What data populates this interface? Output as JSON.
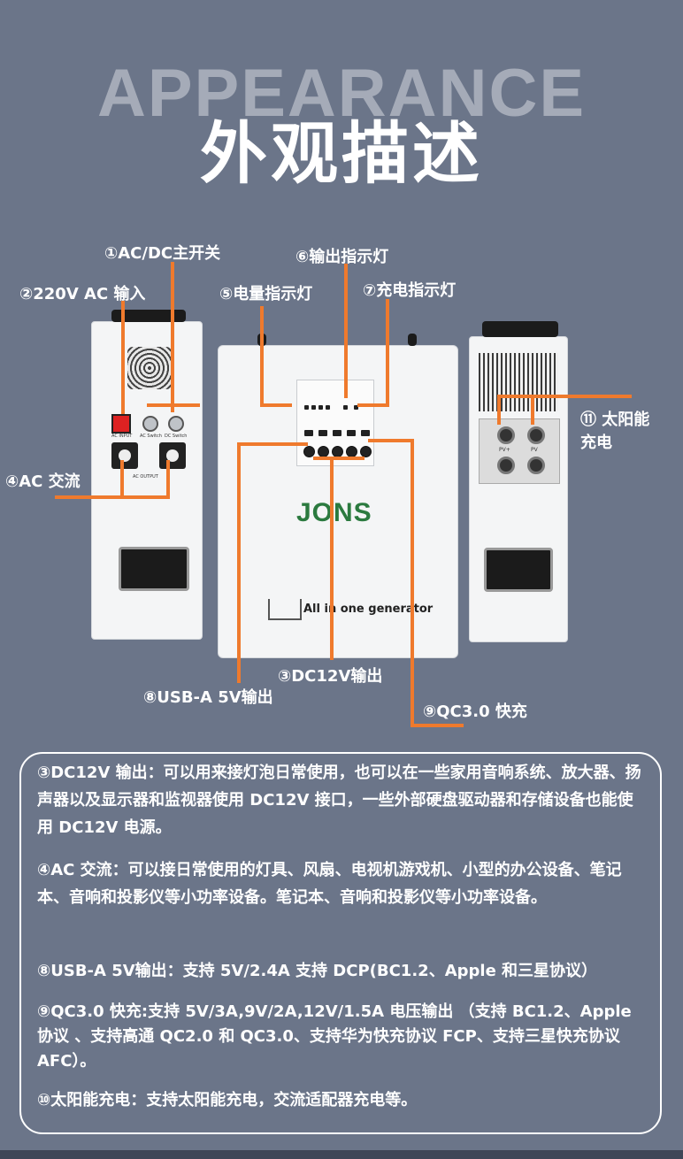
{
  "header": {
    "bg_word": "APPEARANCE",
    "title": "外观描述"
  },
  "labels": {
    "l1": "①AC/DC主开关",
    "l2": "②220V AC 输入",
    "l4": "④AC 交流",
    "l5": "⑤电量指示灯",
    "l6": "⑥输出指示灯",
    "l7": "⑦充电指示灯",
    "l3": "③DC12V输出",
    "l8": "⑧USB-A 5V输出",
    "l9": "⑨QC3.0 快充",
    "l11": "⑪ 太阳能\n充电"
  },
  "device_text": {
    "ac_input": "AC INPUT",
    "ac_switch": "AC Switch",
    "dc_switch": "DC Switch",
    "ac_output": "AC OUTPUT",
    "brand": "JONS",
    "tagline": "All in one generator",
    "pv": "PV+",
    "pv2": "PV"
  },
  "descriptions": [
    "③DC12V 输出：可以用来接灯泡日常使用，也可以在一些家用音响系统、放大器、扬声器以及显示器和监视器使用 DC12V 接口，一些外部硬盘驱动器和存储设备也能使用 DC12V 电源。",
    "④AC 交流：可以接日常使用的灯具、风扇、电视机游戏机、小型的办公设备、笔记本、音响和投影仪等小功率设备。笔记本、音响和投影仪等小功率设备。",
    "⑧USB-A 5V输出：支持 5V/2.4A 支持 DCP(BC1.2、Apple 和三星协议）",
    "⑨QC3.0 快充:支持 5V/3A,9V/2A,12V/1.5A 电压输出 （支持 BC1.2、Apple 协议 、支持高通 QC2.0 和 QC3.0、支持华为快充协议 FCP、支持三星快充协议 AFC）。",
    "⑩太阳能充电：支持太阳能充电，交流适配器充电等。"
  ],
  "colors": {
    "background": "#6b7589",
    "accent": "#ef7a2d",
    "text": "#ffffff"
  }
}
